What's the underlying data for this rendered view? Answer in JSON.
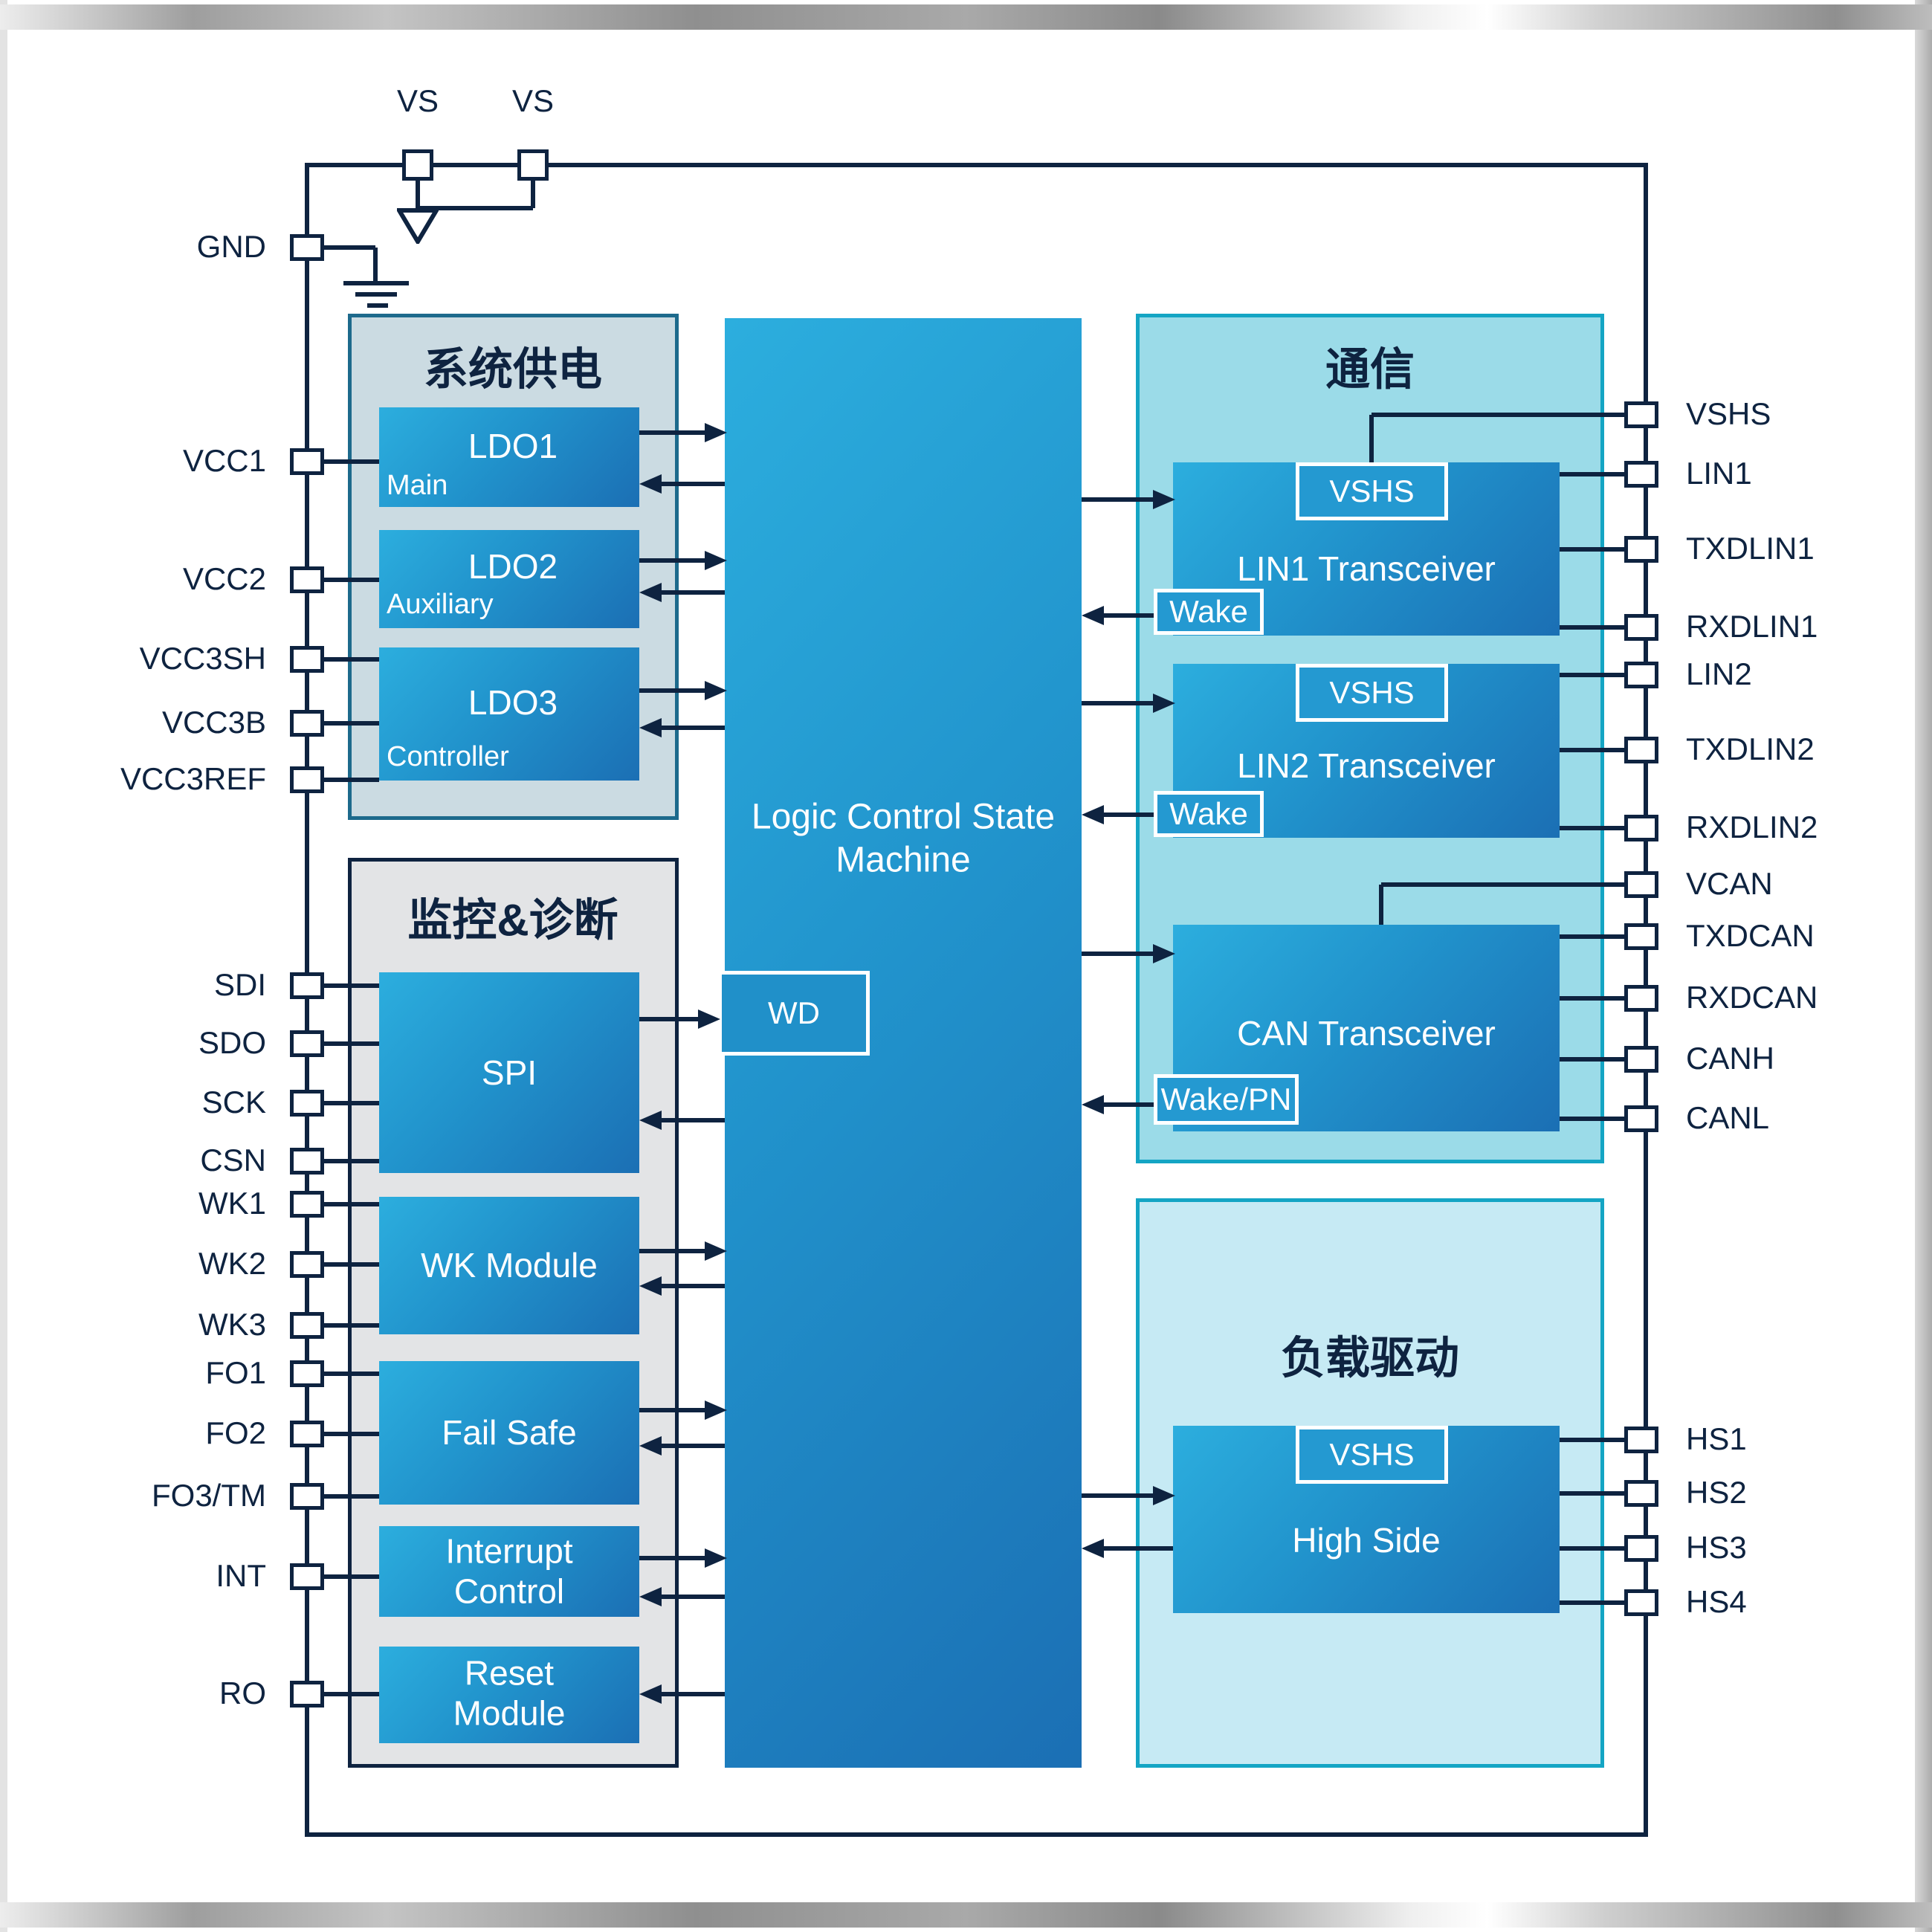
{
  "colors": {
    "navy": "#0e2340",
    "teal_border": "#14a5c4",
    "comm_fill": "#9bdbe8",
    "load_fill": "#c6eaf4",
    "power_fill": "#cbdbe2",
    "power_border": "#1d6a8c",
    "monitor_fill": "#e3e4e6",
    "box_gradient_start": "#2caede",
    "box_gradient_end": "#1b6fb4",
    "subbox_fill": "#2499d1"
  },
  "pins": {
    "top": [
      "VS",
      "VS"
    ],
    "left": [
      "GND",
      "VCC1",
      "VCC2",
      "VCC3SH",
      "VCC3B",
      "VCC3REF",
      "SDI",
      "SDO",
      "SCK",
      "CSN",
      "WK1",
      "WK2",
      "WK3",
      "FO1",
      "FO2",
      "FO3/TM",
      "INT",
      "RO"
    ],
    "right": [
      "VSHS",
      "LIN1",
      "TXDLIN1",
      "RXDLIN1",
      "LIN2",
      "TXDLIN2",
      "RXDLIN2",
      "VCAN",
      "TXDCAN",
      "RXDCAN",
      "CANH",
      "CANL",
      "HS1",
      "HS2",
      "HS3",
      "HS4"
    ]
  },
  "groups": {
    "power": {
      "title": "系统供电",
      "ldo1": "LDO1",
      "ldo1_sub": "Main",
      "ldo2": "LDO2",
      "ldo2_sub": "Auxiliary",
      "ldo3": "LDO3",
      "ldo3_sub": "Controller"
    },
    "monitor": {
      "title": "监控&诊断",
      "spi": "SPI",
      "wk": "WK Module",
      "failsafe": "Fail Safe",
      "interrupt": "Interrupt Control",
      "reset": "Reset Module"
    },
    "comm": {
      "title": "通信",
      "lin1": "LIN1 Transceiver",
      "lin2": "LIN2 Transceiver",
      "can": "CAN Transceiver",
      "vshs_tag": "VSHS",
      "wake_tag": "Wake",
      "wakepn_tag": "Wake/PN"
    },
    "load": {
      "title": "负载驱动",
      "highside": "High Side",
      "vshs_tag": "VSHS"
    }
  },
  "logic": {
    "label": "Logic Control State Machine",
    "wd": "WD"
  }
}
